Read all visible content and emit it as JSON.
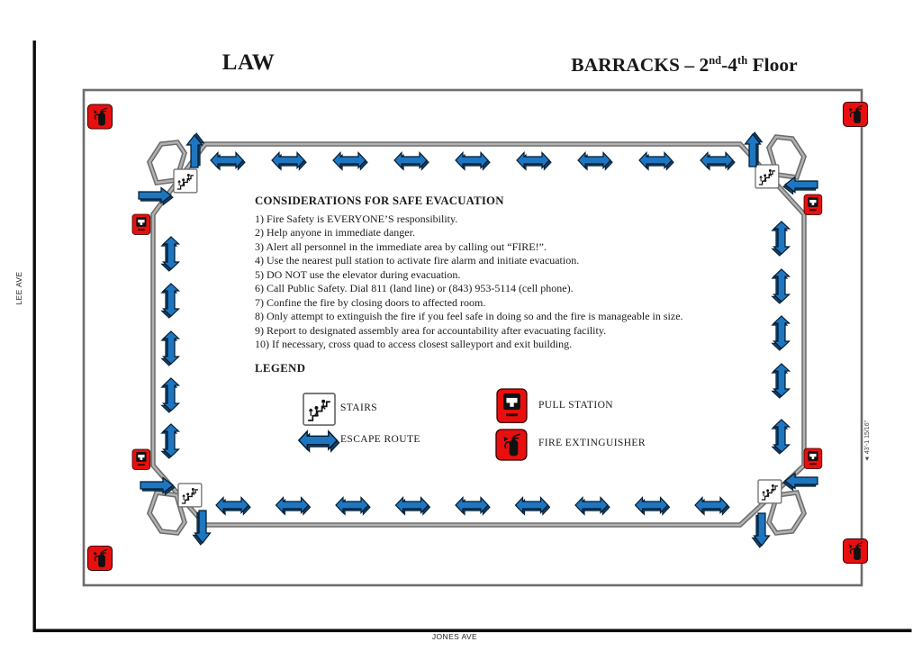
{
  "header": {
    "building_label": "LAW",
    "title_parts": {
      "p1": "BARRACKS – 2",
      "sup1": "nd",
      "p2": "-4",
      "sup2": "th",
      "p3": " Floor"
    }
  },
  "streets": {
    "left": "LEE AVE",
    "bottom": "JONES AVE"
  },
  "dimension_label": "◄ 43'-1 15/16\"",
  "considerations": {
    "heading": "CONSIDERATIONS FOR SAFE EVACUATION",
    "items": [
      "1) Fire Safety is EVERYONE’S responsibility.",
      "2) Help anyone in immediate danger.",
      "3) Alert all personnel in the immediate area by calling out “FIRE!”.",
      "4) Use the nearest pull station to activate fire alarm and initiate evacuation.",
      "5) DO NOT use the elevator during evacuation.",
      "6) Call Public Safety. Dial 811 (land line) or (843) 953-5114 (cell phone).",
      "7) Confine the fire by closing doors to affected room.",
      "8) Only attempt to extinguish the fire if you feel safe in doing so and the fire is manageable in size.",
      "9) Report to designated assembly area for accountability after evacuating facility.",
      "10) If necessary, cross quad to access closest salleyport and exit building."
    ]
  },
  "legend": {
    "heading": "LEGEND",
    "entries": [
      {
        "icon": "stairs-icon",
        "label": "STAIRS"
      },
      {
        "icon": "escape-route-arrow-icon",
        "label": "ESCAPE ROUTE"
      },
      {
        "icon": "pull-station-icon",
        "label": "PULL STATION"
      },
      {
        "icon": "fire-extinguisher-icon",
        "label": "FIRE EXTINGUISHER"
      }
    ]
  },
  "map": {
    "icon_names": [
      "stairs-icon",
      "escape-route-arrow",
      "exit-direction-arrow",
      "pull-station-icon",
      "fire-extinguisher-icon"
    ]
  },
  "colors": {
    "escape_blue": "#1e76c0",
    "escape_dark": "#123c63",
    "alarm_red": "#e90f0f",
    "wall_gray": "#6d6d6d",
    "wall_light": "#b2b2b2",
    "street": "#0b0b0b",
    "text": "#1a1a1a"
  }
}
